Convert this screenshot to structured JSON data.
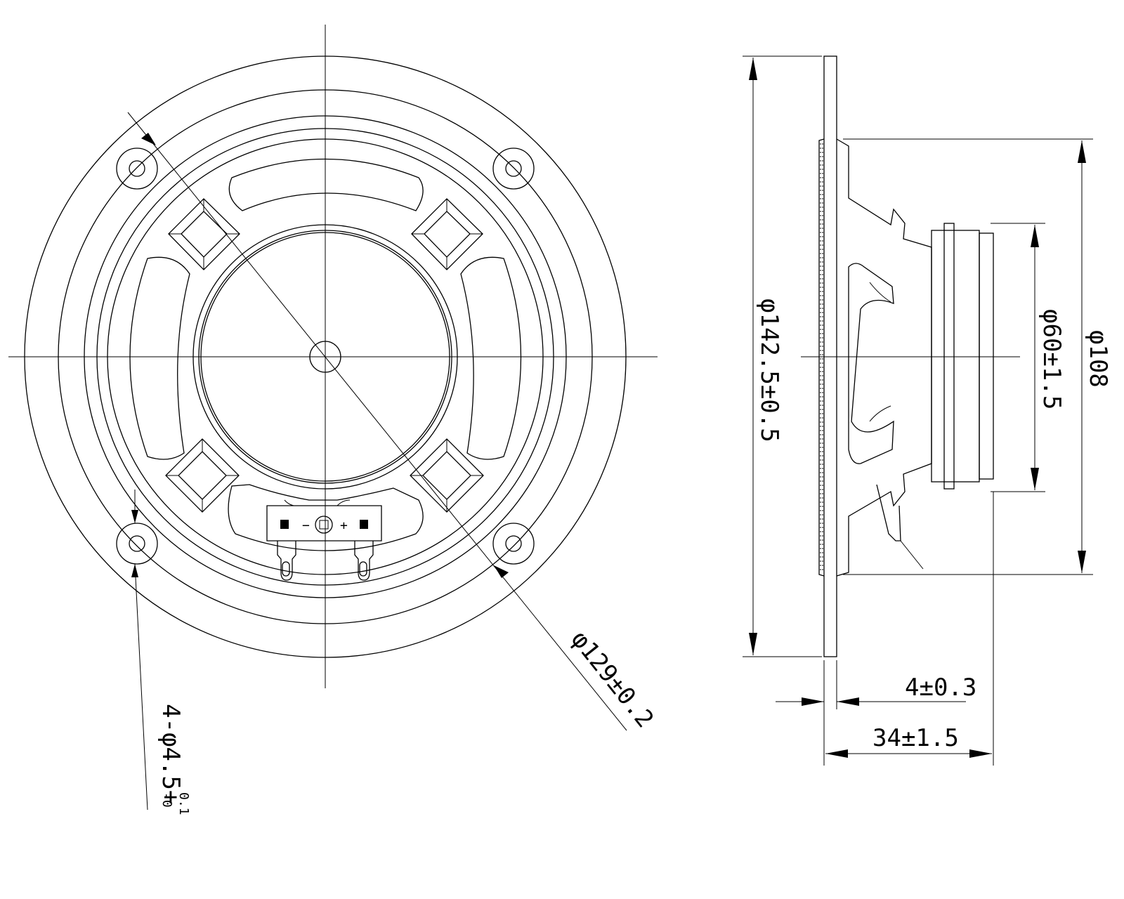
{
  "labels": {
    "term_minus": "−",
    "term_plus": "+",
    "d_outer": "φ142.5±0.5",
    "d_frame": "φ108",
    "d_magnet": "φ60±1.5",
    "d_bolt_circle": "φ129±0.2",
    "holes_main": "4-φ4.5+",
    "holes_sup": "0.1",
    "holes_sub": "-0",
    "flange_thickness": "4±0.3",
    "total_depth": "34±1.5"
  },
  "colors": {
    "line": "#000000",
    "background": "#ffffff"
  }
}
